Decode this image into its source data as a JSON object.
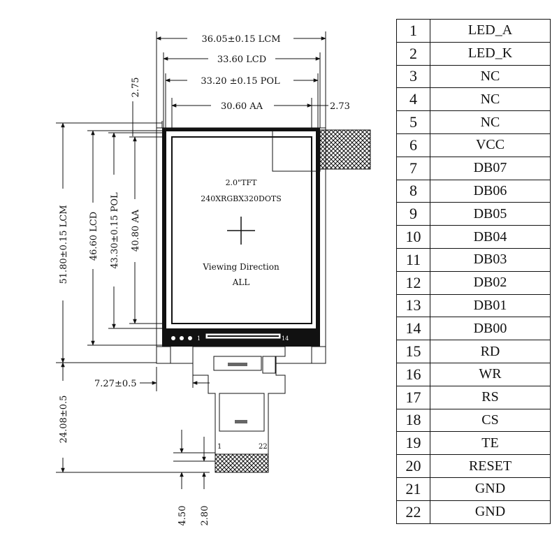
{
  "drawing": {
    "top_dims": {
      "lcm": "36.05±0.15 LCM",
      "lcd": "33.60 LCD",
      "pol": "33.20 ±0.15 POL",
      "aa": "30.60 AA",
      "left_offset": "2.75",
      "right_offset": "2.73"
    },
    "side_dims": {
      "lcm": "51.80±0.15 LCM",
      "lcd": "46.60 LCD",
      "pol": "43.30±0.15 POL",
      "aa": "40.80 AA"
    },
    "bottom_dims": {
      "fpc_offset": "7.27±0.5",
      "fpc_length": "24.08±0.5",
      "pitch_a": "4.50",
      "pitch_b": "2.80"
    },
    "screen_text": {
      "size": "2.0\"TFT",
      "resolution": "240XRGBX320DOTS",
      "viewing_label": "Viewing Direction",
      "viewing_value": "ALL"
    },
    "pin_markers": {
      "lcd_first": "1",
      "lcd_last": "14",
      "fpc_first": "1",
      "fpc_last": "22"
    }
  },
  "pin_table": [
    {
      "num": "1",
      "signal": "LED_A"
    },
    {
      "num": "2",
      "signal": "LED_K"
    },
    {
      "num": "3",
      "signal": "NC"
    },
    {
      "num": "4",
      "signal": "NC"
    },
    {
      "num": "5",
      "signal": "NC"
    },
    {
      "num": "6",
      "signal": "VCC"
    },
    {
      "num": "7",
      "signal": "DB07"
    },
    {
      "num": "8",
      "signal": "DB06"
    },
    {
      "num": "9",
      "signal": "DB05"
    },
    {
      "num": "10",
      "signal": "DB04"
    },
    {
      "num": "11",
      "signal": "DB03"
    },
    {
      "num": "12",
      "signal": "DB02"
    },
    {
      "num": "13",
      "signal": "DB01"
    },
    {
      "num": "14",
      "signal": "DB00"
    },
    {
      "num": "15",
      "signal": "RD"
    },
    {
      "num": "16",
      "signal": "WR"
    },
    {
      "num": "17",
      "signal": "RS"
    },
    {
      "num": "18",
      "signal": "CS"
    },
    {
      "num": "19",
      "signal": "TE"
    },
    {
      "num": "20",
      "signal": "RESET"
    },
    {
      "num": "21",
      "signal": "GND"
    },
    {
      "num": "22",
      "signal": "GND"
    }
  ]
}
